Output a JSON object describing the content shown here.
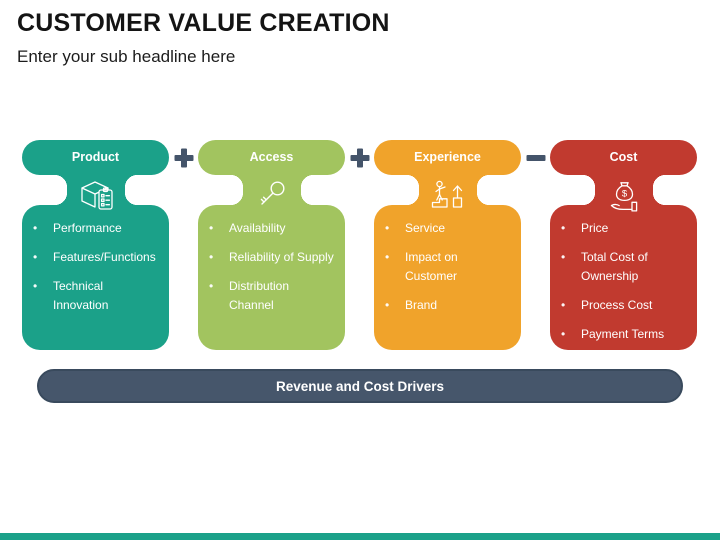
{
  "slide": {
    "title": "CUSTOMER VALUE CREATION",
    "subtitle": "Enter your sub headline here"
  },
  "columns": [
    {
      "label": "Product",
      "icon": "product-box-icon",
      "color": "#1BA189",
      "items": [
        "Performance",
        "Features/Functions",
        "Technical Innovation"
      ]
    },
    {
      "label": "Access",
      "icon": "key-icon",
      "color": "#A2C45F",
      "items": [
        "Availability",
        "Reliability of Supply",
        "Distribution Channel"
      ]
    },
    {
      "label": "Experience",
      "icon": "growth-person-icon",
      "color": "#F0A32B",
      "items": [
        "Service",
        "Impact on Customer",
        "Brand"
      ]
    },
    {
      "label": "Cost",
      "icon": "money-bag-hand-icon",
      "color": "#C13A2F",
      "items": [
        "Price",
        "Total Cost of Ownership",
        "Process Cost",
        "Payment Terms"
      ]
    }
  ],
  "operators": [
    {
      "symbol": "+",
      "name": "plus-operator-icon"
    },
    {
      "symbol": "+",
      "name": "plus-operator-icon"
    },
    {
      "symbol": "−",
      "name": "minus-operator-icon"
    }
  ],
  "operator_color": "#44546A",
  "banner": {
    "label": "Revenue and Cost Drivers",
    "color": "#46566B"
  },
  "footer": {
    "bar_color": "#1BA189"
  }
}
